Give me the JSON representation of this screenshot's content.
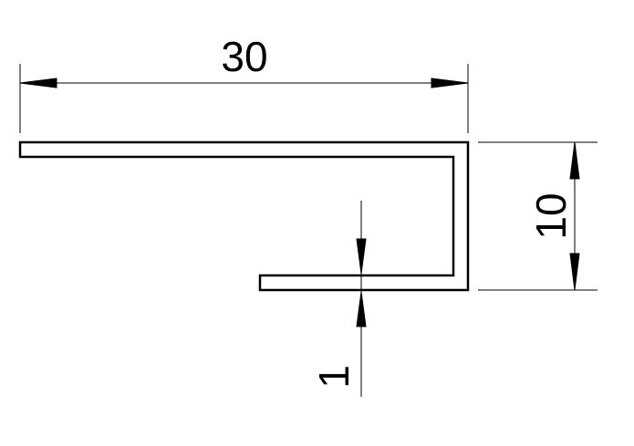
{
  "drawing": {
    "dimensions": {
      "width": {
        "label": "30",
        "value": 30
      },
      "height": {
        "label": "10",
        "value": 10
      },
      "thickness": {
        "label": "1",
        "value": 1
      }
    },
    "colors": {
      "line": "#000000",
      "background": "#ffffff"
    }
  }
}
